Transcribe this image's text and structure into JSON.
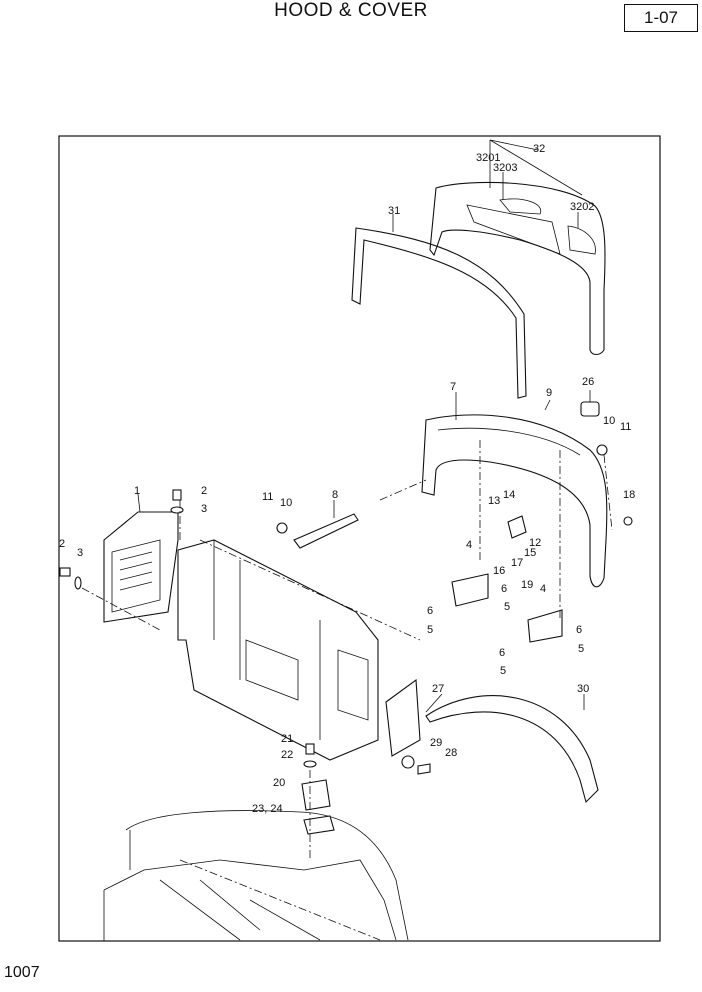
{
  "header": {
    "title": "HOOD & COVER",
    "page_code": "1-07"
  },
  "footer": {
    "page_number": "1007"
  },
  "parts": {
    "p1": "1",
    "p2a": "2",
    "p2b": "2",
    "p3a": "3",
    "p3b": "3",
    "p4a": "4",
    "p4b": "4",
    "p5a": "5",
    "p5b": "5",
    "p5c": "5",
    "p5d": "5",
    "p6a": "6",
    "p6b": "6",
    "p6c": "6",
    "p6d": "6",
    "p7": "7",
    "p8": "8",
    "p9": "9",
    "p10a": "10",
    "p10b": "10",
    "p11a": "11",
    "p11b": "11",
    "p12": "12",
    "p13": "13",
    "p14": "14",
    "p15": "15",
    "p16": "16",
    "p17": "17",
    "p18": "18",
    "p19": "19",
    "p20": "20",
    "p21": "21",
    "p22": "22",
    "p2324": "23, 24",
    "p26": "26",
    "p27": "27",
    "p28": "28",
    "p29": "29",
    "p30": "30",
    "p31": "31",
    "p32": "32",
    "p3201": "3201",
    "p3202": "3202",
    "p3203": "3203"
  }
}
